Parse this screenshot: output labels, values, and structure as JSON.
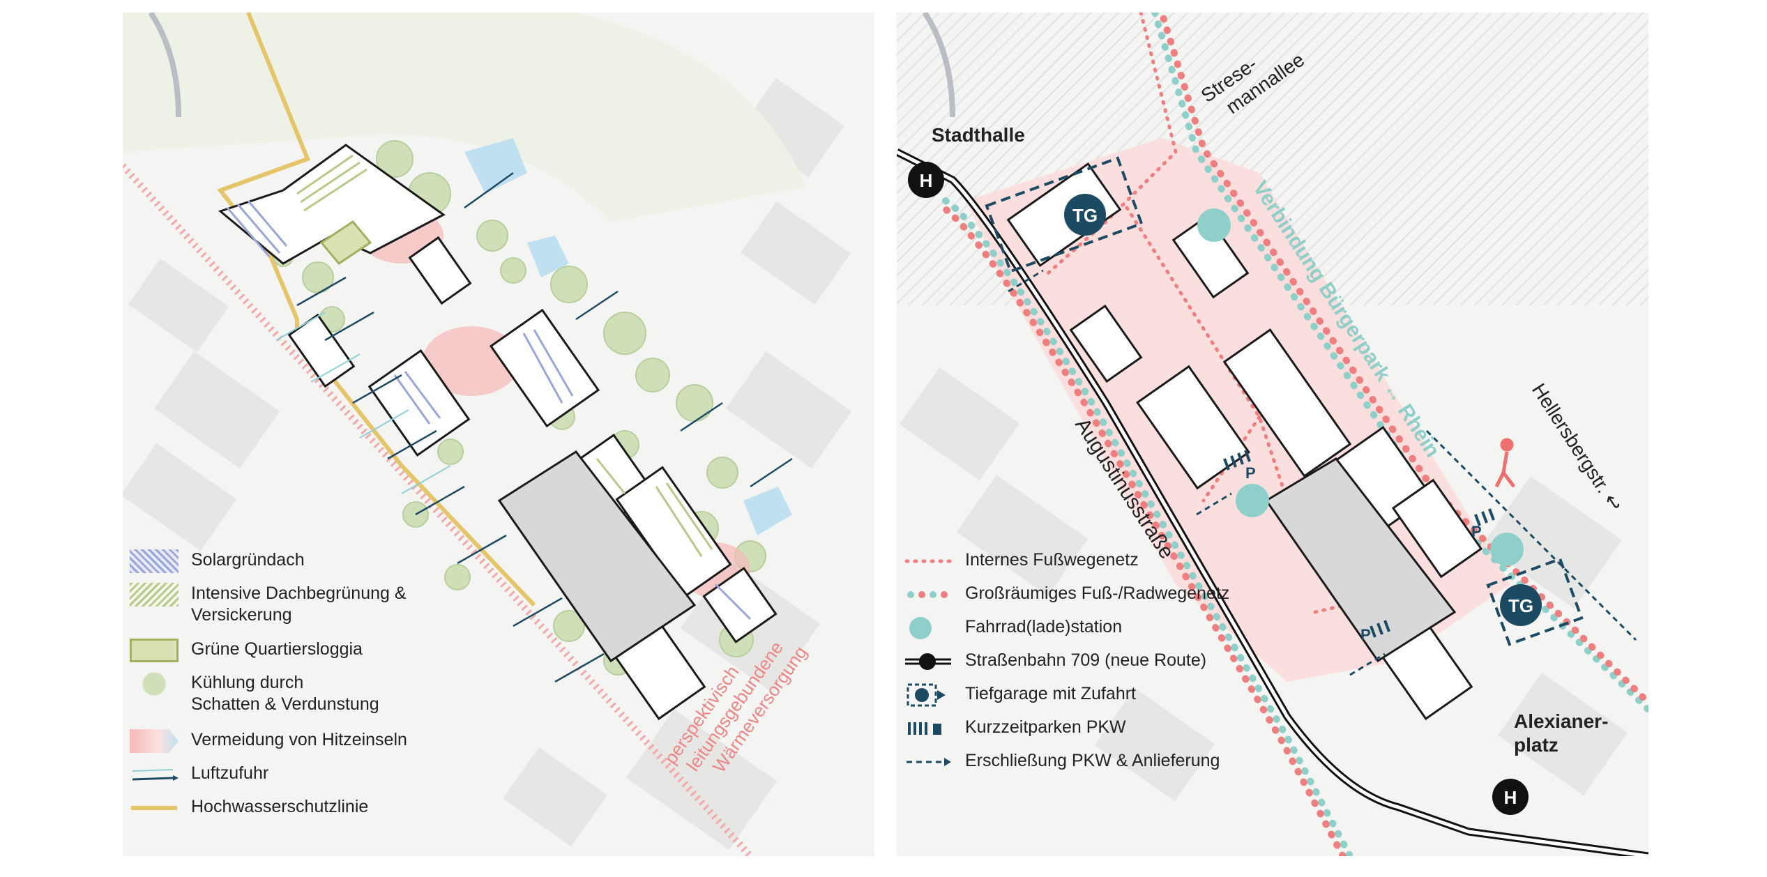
{
  "left_map": {
    "rotated_label": "perspektivisch\nleitungsgebundene\nWärmeversorgung",
    "legend": [
      {
        "symbol": "solar-roof",
        "label": "Solargründach"
      },
      {
        "symbol": "green-roof",
        "label": "Intensive Dachbegrünung &\nVersickerung"
      },
      {
        "symbol": "green-loggia",
        "label": "Grüne Quartiersloggia"
      },
      {
        "symbol": "cooling-trees",
        "label": "Kühlung durch\nSchatten & Verdunstung"
      },
      {
        "symbol": "heat-avoidance",
        "label": "Vermeidung von Hitzeinseln"
      },
      {
        "symbol": "air-supply",
        "label": "Luftzufuhr"
      },
      {
        "symbol": "flood-line",
        "label": "Hochwasserschutzlinie"
      }
    ]
  },
  "right_map": {
    "labels": {
      "stadthalle": "Stadthalle",
      "stresemannallee": "Strese-\nmannallee",
      "verbindung": "Verbindung Bürgerpark ↔ Rhein",
      "hellersbergstr": "Hellersbergstr. ↩",
      "augustinusstrasse": "Augustinusstraße",
      "alexianerplatz": "Alexianer-\nplatz",
      "tg": "TG",
      "h": "H",
      "p": "P"
    },
    "legend": [
      {
        "symbol": "internal-footpath",
        "label": "Internes Fußwegenetz"
      },
      {
        "symbol": "regional-path",
        "label": "Großräumiges Fuß-/Radwegenetz"
      },
      {
        "symbol": "bike-station",
        "label": "Fahrrad(lade)station"
      },
      {
        "symbol": "tram",
        "label": "Straßenbahn 709 (neue Route)"
      },
      {
        "symbol": "garage",
        "label": "Tiefgarage mit Zufahrt"
      },
      {
        "symbol": "short-parking",
        "label": "Kurzzeitparken PKW"
      },
      {
        "symbol": "access",
        "label": "Erschließung PKW & Anlieferung"
      }
    ]
  },
  "colors": {
    "solar": "#9aa6d8",
    "green_roof": "#b7c98a",
    "loggia": "#d9e2b2",
    "trees": "#cfe0b8",
    "heat": "#f5b8b8",
    "air_light": "#8fd0d8",
    "air_dark": "#1f4a63",
    "flood": "#e4c56a",
    "red_dots": "#ef7f7f",
    "teal_dots": "#8fcfca",
    "navy": "#1d4a63",
    "pink_zone": "#fbdede"
  }
}
